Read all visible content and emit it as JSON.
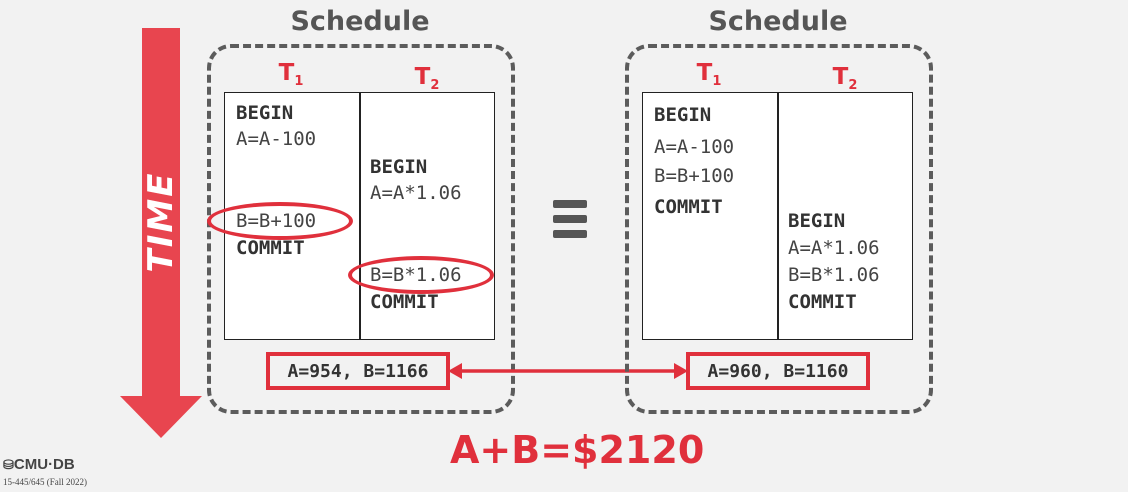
{
  "left": {
    "title": "Schedule",
    "t1_label": "T",
    "t1_sub": "1",
    "t2_label": "T",
    "t2_sub": "2",
    "t1_ops": [
      "BEGIN",
      "A=A-100",
      "B=B+100",
      "COMMIT"
    ],
    "t2_ops": [
      "BEGIN",
      "A=A*1.06",
      "B=B*1.06",
      "COMMIT"
    ],
    "result": "A=954, B=1166"
  },
  "right": {
    "title": "Schedule",
    "t1_label": "T",
    "t1_sub": "1",
    "t2_label": "T",
    "t2_sub": "2",
    "t1_ops": [
      "BEGIN",
      "A=A-100",
      "B=B+100",
      "COMMIT"
    ],
    "t2_ops": [
      "BEGIN",
      "A=A*1.06",
      "B=B*1.06",
      "COMMIT"
    ],
    "result": "A=960, B=1160"
  },
  "time_label": "TIME",
  "total": "A+B=$2120",
  "footer": {
    "logo": "CMU·DB",
    "course": "15-445/645 (Fall 2022)"
  },
  "colors": {
    "accent": "#e0303c",
    "text": "#333333",
    "background": "#f2f2f2"
  }
}
